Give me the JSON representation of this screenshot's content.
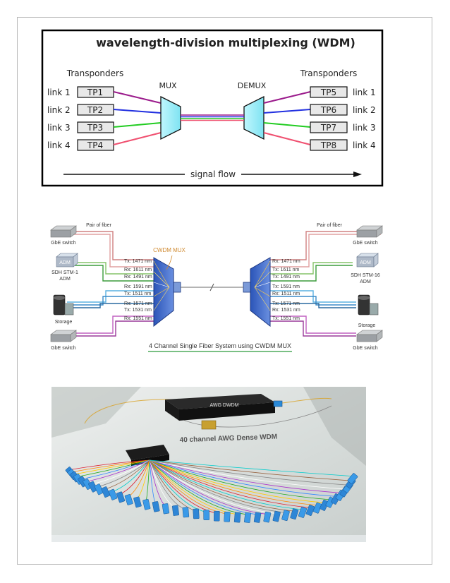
{
  "wdm": {
    "title": "wavelength-division multiplexing (WDM)",
    "left_heading": "Transponders",
    "right_heading": "Transponders",
    "mux_label": "MUX",
    "demux_label": "DEMUX",
    "flow_label": "signal flow",
    "left_links": [
      "link 1",
      "link 2",
      "link 3",
      "link 4"
    ],
    "right_links": [
      "link 1",
      "link 2",
      "link 3",
      "link 4"
    ],
    "left_tps": [
      "TP1",
      "TP2",
      "TP3",
      "TP4"
    ],
    "right_tps": [
      "TP5",
      "TP6",
      "TP7",
      "TP8"
    ],
    "colors": {
      "link1": "#9b1b8c",
      "link2": "#2230e0",
      "link3": "#22cc22",
      "link4": "#f05070",
      "prism": "#aaf2fb"
    }
  },
  "cwdm": {
    "pair_left": "Pair of fiber",
    "pair_right": "Pair of fiber",
    "mux_label": "CWDM MUX",
    "left_devices": [
      "GbE switch",
      "SDH STM-1",
      "ADM",
      "Storage",
      "GbE switch"
    ],
    "right_devices": [
      "GbE switch",
      "SDH STM-16",
      "ADM",
      "Storage",
      "GbE switch"
    ],
    "adm_icon_label": "ADM",
    "left_wavelengths": [
      "Tx: 1471 nm",
      "Rx: 1611 nm",
      "Rx: 1491 nm",
      "Rx: 1591 nm",
      "Tx: 1511 nm",
      "Rx: 1571 nm",
      "Tx: 1531 nm",
      "Rx: 1551 nm"
    ],
    "right_wavelengths": [
      "Rx: 1471 nm",
      "Tx: 1611 nm",
      "Tx: 1491 nm",
      "Tx: 1591 nm",
      "Rx: 1511 nm",
      "Tx: 1571 nm",
      "Rx: 1531 nm",
      "Tx: 1551 nm"
    ],
    "caption": "4 Channel Single Fiber System using CWDM MUX"
  },
  "photo": {
    "device_label": "AWG DWDM",
    "banner_text": "40 channel AWG Dense WDM",
    "connector_count": 40
  }
}
